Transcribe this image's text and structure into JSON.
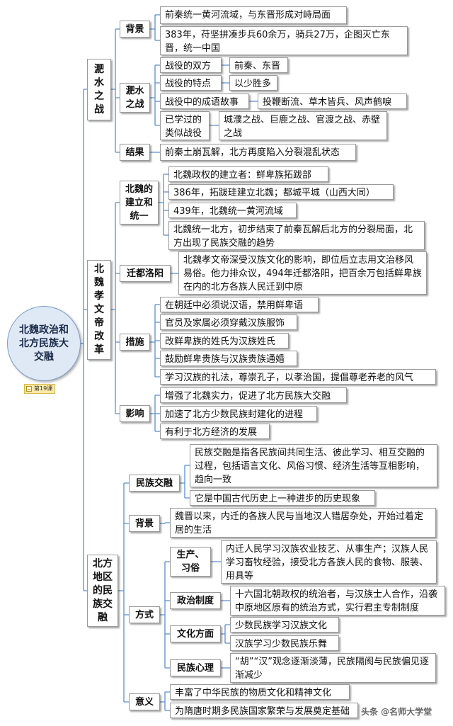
{
  "root": {
    "title": "北魏政治和北方民族大交融",
    "tag": "第19课"
  },
  "watermark": "头条 @名师大学堂",
  "colors": {
    "line": "#5b8fcf",
    "root_fill": "#dfe9f6"
  },
  "sections": {
    "feishui": {
      "title": "淝水之战",
      "background": {
        "label": "背景",
        "items": [
          "前秦统一黄河流域，与东晋形成对峙局面",
          "383年，苻坚拼凑步兵60余万，骑兵27万，企图灭亡东晋，统一中国"
        ]
      },
      "battle": {
        "label": "淝水之战",
        "both_sides": {
          "label": "战役的双方",
          "value": "前秦、东晋"
        },
        "feature": {
          "label": "战役的特点",
          "value": "以少胜多"
        },
        "idioms": {
          "label": "战役中的成语故事",
          "value": "投鞭断流、草木皆兵、风声鹤唳"
        },
        "similar": {
          "label": "已学过的类似战役",
          "value": "城濮之战、巨鹿之战、官渡之战、赤壁之战"
        }
      },
      "result": {
        "label": "结果",
        "value": "前秦土崩瓦解，北方再度陷入分裂混乱状态"
      }
    },
    "xiaowen": {
      "title": "北魏孝文帝改革",
      "founding": {
        "label": "北魏的建立和统一",
        "items": [
          "北魏政权的建立者：鲜卑族拓跋部",
          "386年，拓跋珪建立北魏；都城平城（山西大同）",
          "439年，北魏统一黄河流域",
          "北魏统一北方，初步结束了前秦瓦解后北方的分裂局面，北方出现了民族交融的趋势"
        ]
      },
      "move_capital": {
        "label": "迁都洛阳",
        "value": "北魏孝文帝深受汉族文化的影响，即位后立志用文治移风易俗。他力排众议，494年迁都洛阳，把百余万包括鲜卑族在内的北方各族人民迁到中原"
      },
      "measures": {
        "label": "措施",
        "items": [
          "在朝廷中必须说汉语，禁用鲜卑语",
          "官员及家属必须穿戴汉族服饰",
          "改鲜卑族的姓氏为汉族姓氏",
          "鼓励鲜卑贵族与汉族贵族通婚",
          "学习汉族的礼法，尊崇孔子，以孝治国，提倡尊老养老的风气"
        ]
      },
      "impact": {
        "label": "影响",
        "items": [
          "增强了北魏实力，促进了北方民族大交融",
          "加速了北方少数民族封建化的进程",
          "有利于北方经济的发展"
        ]
      }
    },
    "fusion": {
      "title": "北方地区的民族交融",
      "definition": {
        "label": "民族交融",
        "items": [
          "民族交融是指各民族间共同生活、彼此学习、相互交融的过程，包括语言文化、风俗习惯、经济生活等互相影响，趋向一致",
          "它是中国古代历史上一种进步的历史现象"
        ]
      },
      "background": {
        "label": "背景",
        "value": "魏晋以来，内迁的各族人民与当地汉人错居杂处，开始过着定居的生活"
      },
      "ways": {
        "label": "方式",
        "production": {
          "label": "生产、习俗",
          "value": "内迁人民学习汉族农业技艺、从事生产；汉族人民学习畜牧经验，接受北方各族人民的食物、服装、用具等"
        },
        "politics": {
          "label": "政治制度",
          "value": "十六国北朝政权的统治者，与汉族士人合作，沿袭中原地区原有的统治方式，实行君主专制制度"
        },
        "culture": {
          "label": "文化方面",
          "items": [
            "少数民族学习汉族文化",
            "汉族学习少数民族乐舞"
          ]
        },
        "psychology": {
          "label": "民族心理",
          "value": "“胡”“汉”观念逐渐淡薄，民族隔阂与民族偏见逐渐减少"
        }
      },
      "significance": {
        "label": "意义",
        "items": [
          "丰富了中华民族的物质文化和精神文化",
          "为隋唐时期多民族国家繁荣与发展奠定基础"
        ]
      }
    }
  }
}
